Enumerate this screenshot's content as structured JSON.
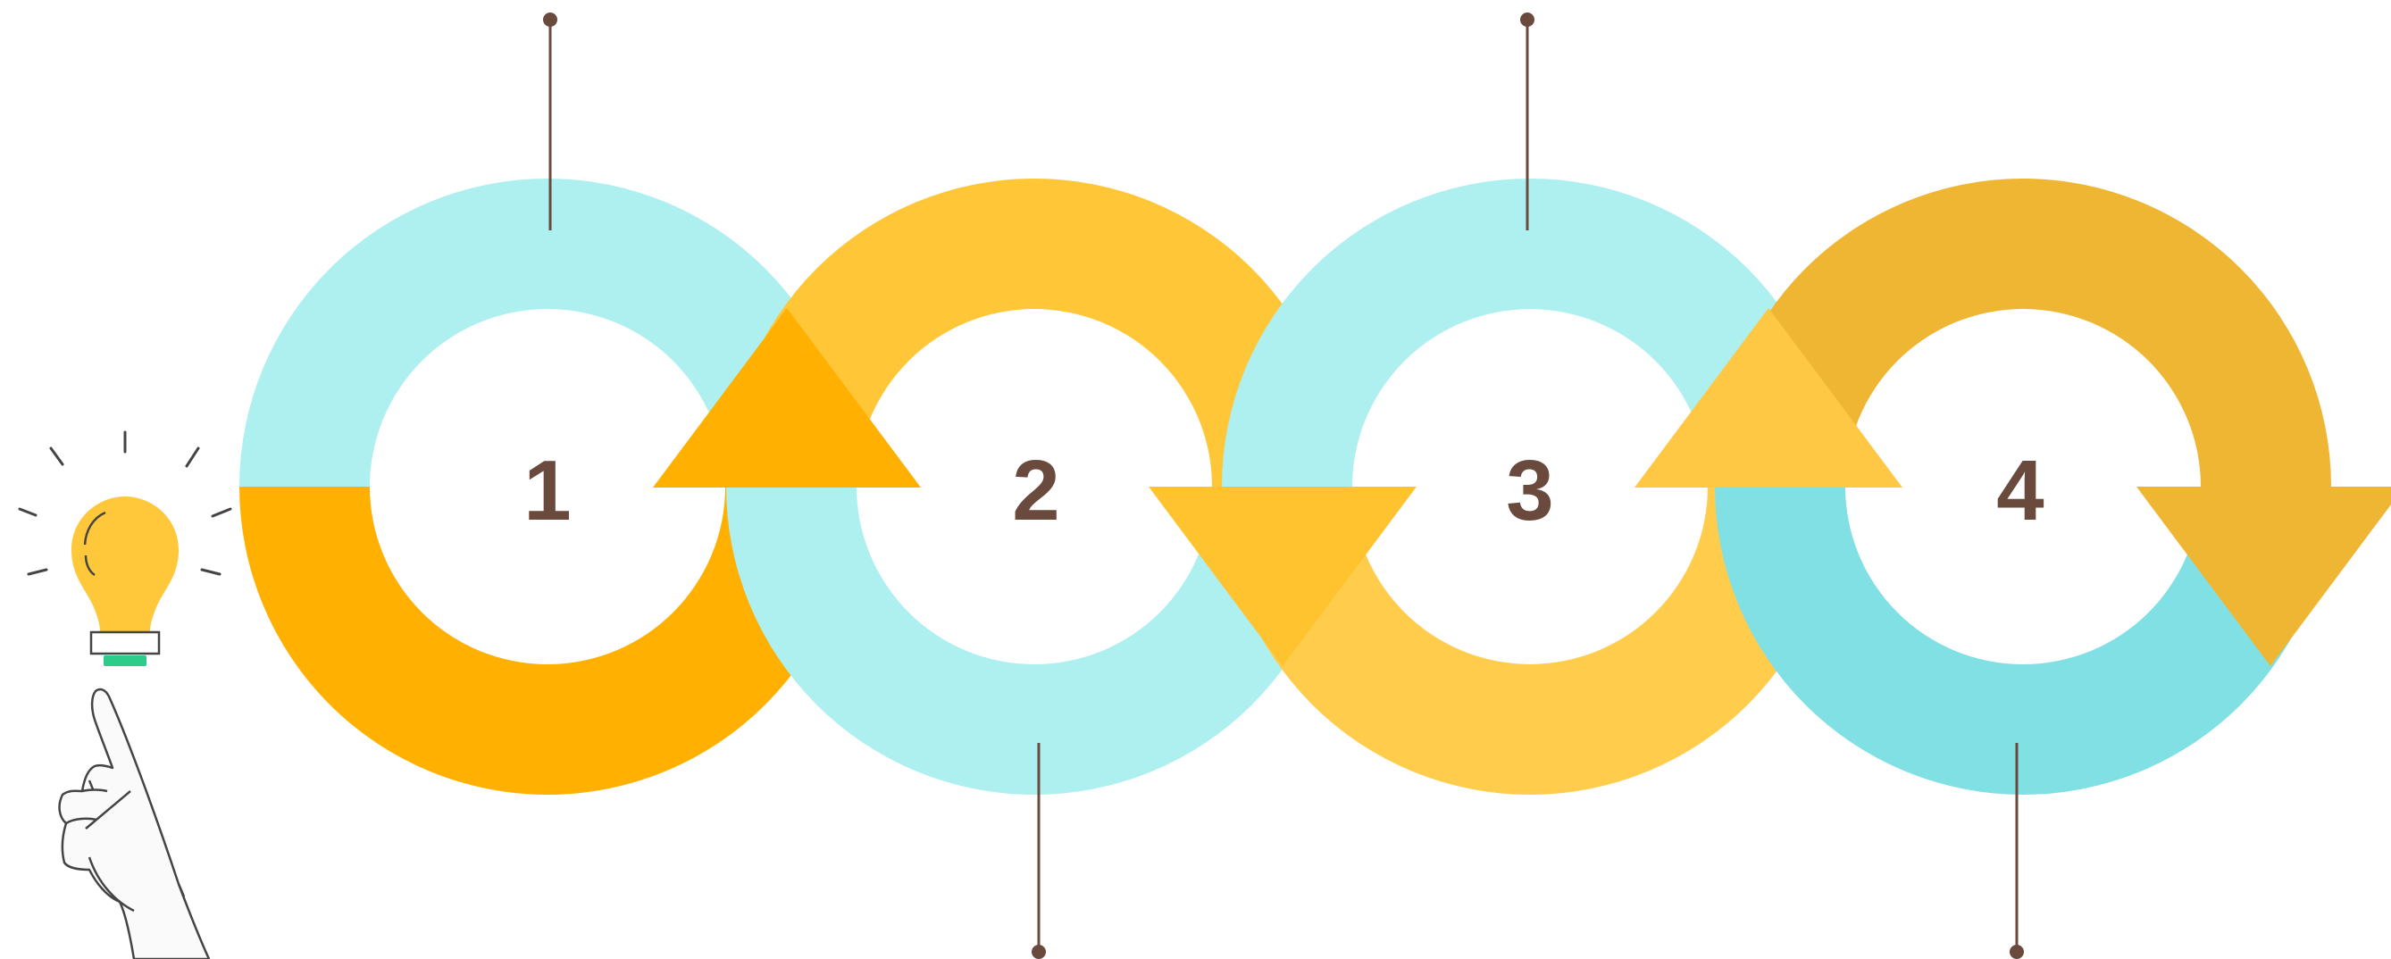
{
  "steps": [
    {
      "number": "1",
      "top_color": "#AEEFF0",
      "bottom_color": "#FFB000",
      "arrow_color": "#FFB000",
      "arrow_direction": "up"
    },
    {
      "number": "2",
      "top_color": "#FFC738",
      "bottom_color": "#AEEFF0",
      "arrow_color": "#FFC32F",
      "arrow_direction": "down"
    },
    {
      "number": "3",
      "top_color": "#AEEFF0",
      "bottom_color": "#FFCC4C",
      "arrow_color": "#FFC844",
      "arrow_direction": "up"
    },
    {
      "number": "4",
      "top_color": "#EFB634",
      "bottom_color": "#80E0E4",
      "arrow_color": "#EFB634",
      "arrow_direction": "down"
    }
  ],
  "colors": {
    "number_text": "#6B4A3E",
    "connector": "#6B4A3E",
    "bulb": "#FFC73A",
    "bulb_base": "#2ECC8A",
    "hand_fill": "#FAFAFA",
    "outline": "#444444"
  },
  "icons": [
    "lightbulb-icon",
    "pointing-hand-icon"
  ]
}
